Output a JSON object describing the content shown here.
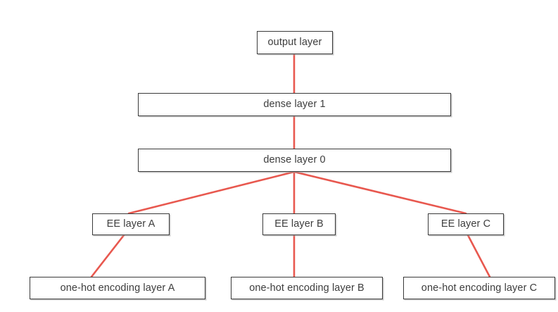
{
  "diagram": {
    "title": "",
    "background_color": "#ffffff",
    "edge_color": "#e8584f",
    "node_border_color": "#3a3a3a",
    "node_fill_color": "#ffffff",
    "text_color": "#3d3d3d",
    "nodes": {
      "output_layer": "output layer",
      "dense_layer_1": "dense layer 1",
      "dense_layer_0": "dense layer 0",
      "ee_layer_a": "EE layer A",
      "ee_layer_b": "EE layer B",
      "ee_layer_c": "EE layer C",
      "onehot_layer_a": "one-hot encoding layer A",
      "onehot_layer_b": "one-hot encoding layer B",
      "onehot_layer_c": "one-hot encoding layer C"
    },
    "edges": [
      {
        "from": "dense_layer_1",
        "to": "output_layer"
      },
      {
        "from": "dense_layer_0",
        "to": "dense_layer_1"
      },
      {
        "from": "ee_layer_a",
        "to": "dense_layer_0"
      },
      {
        "from": "ee_layer_b",
        "to": "dense_layer_0"
      },
      {
        "from": "ee_layer_c",
        "to": "dense_layer_0"
      },
      {
        "from": "onehot_layer_a",
        "to": "ee_layer_a"
      },
      {
        "from": "onehot_layer_b",
        "to": "ee_layer_b"
      },
      {
        "from": "onehot_layer_c",
        "to": "ee_layer_c"
      }
    ]
  }
}
